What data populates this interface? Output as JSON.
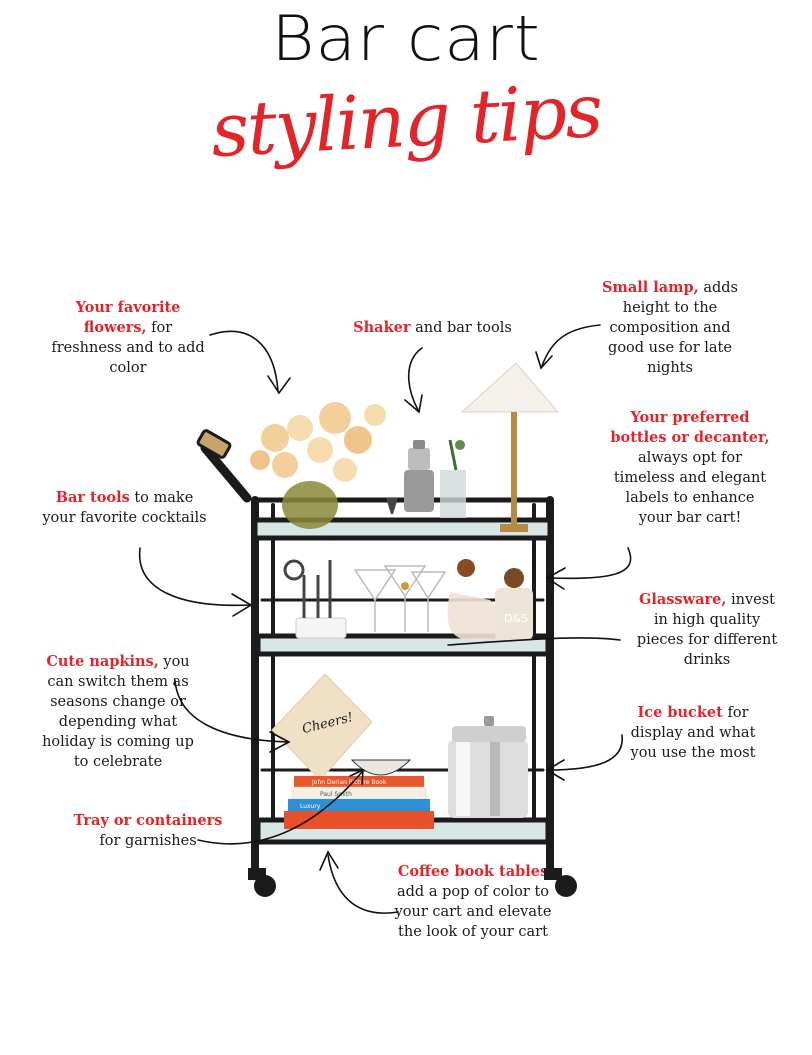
{
  "header": {
    "title": "Bar cart",
    "subtitle": "styling tips"
  },
  "tips": {
    "flowers": {
      "label": "Your favorite flowers,",
      "text": "for freshness and to add color"
    },
    "shaker": {
      "label": "Shaker",
      "text": "and bar tools"
    },
    "lamp": {
      "label": "Small lamp,",
      "text": "adds height to the composition and good use for late nights"
    },
    "bottles": {
      "label": "Your preferred bottles or decanter,",
      "text": "always opt for timeless and elegant labels to enhance your bar cart!"
    },
    "bar_tools": {
      "label": "Bar tools",
      "text": "to make your favorite cocktails"
    },
    "glassware": {
      "label": "Glassware,",
      "text": "invest in high quality pieces for different drinks"
    },
    "napkins": {
      "label": "Cute napkins,",
      "text": "you can switch them as seasons change or depending what holiday is coming up to celebrate"
    },
    "ice_bucket": {
      "label": "Ice bucket",
      "text": "for display and what you use the most"
    },
    "tray": {
      "label": "Tray or containers",
      "text": "for garnishes"
    },
    "books": {
      "label": "Coffee book tables",
      "text": "add a pop of color to your cart and elevate the look of your cart"
    }
  },
  "illustration": {
    "napkin_text": "Cheers!",
    "decanter_label": "D&S",
    "book_titles": [
      "John Derian Picture Book",
      "Paul Smith",
      "Luxury"
    ]
  },
  "colors": {
    "accent": "#e0262b",
    "text": "#1a1a1a",
    "cart": "#1b1b1b"
  }
}
